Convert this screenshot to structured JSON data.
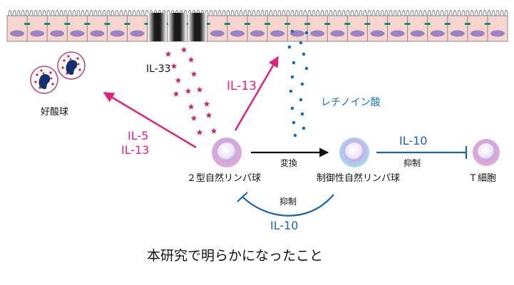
{
  "colors": {
    "magenta": "#e0237a",
    "blue": "#1e63a8",
    "cell_fill": "#f6d5cf",
    "cell_edge": "#8c8c8c",
    "nucleus": "#9b82c4",
    "junction": "#1f8a72",
    "dot_blue": "#1b6fb0",
    "star": "#c72a6c"
  },
  "labels": {
    "il33": "IL-33",
    "il13_up": "IL-13",
    "retinoic": "レチノイン酸",
    "il5": "IL-5",
    "il13_left": "IL-13",
    "eosinophil": "好酸球",
    "ilc2": "２型自然リンパ球",
    "conversion": "変換",
    "ilc_reg": "制御性自然リンパ球",
    "il10_right": "IL-10",
    "suppress_right": "抑制",
    "tcell": "Ｔ細胞",
    "suppress_bottom": "抑制",
    "il10_bottom": "IL-10"
  },
  "caption": "本研究で明らかになったこと",
  "icons": {
    "epithelium": "epithelial-cell-layer-icon",
    "eosinophil": "eosinophil-cell-icon",
    "ilc2": "ilc2-cell-icon",
    "ilc_reg": "ilc-reg-cell-icon",
    "tcell": "t-cell-icon"
  }
}
